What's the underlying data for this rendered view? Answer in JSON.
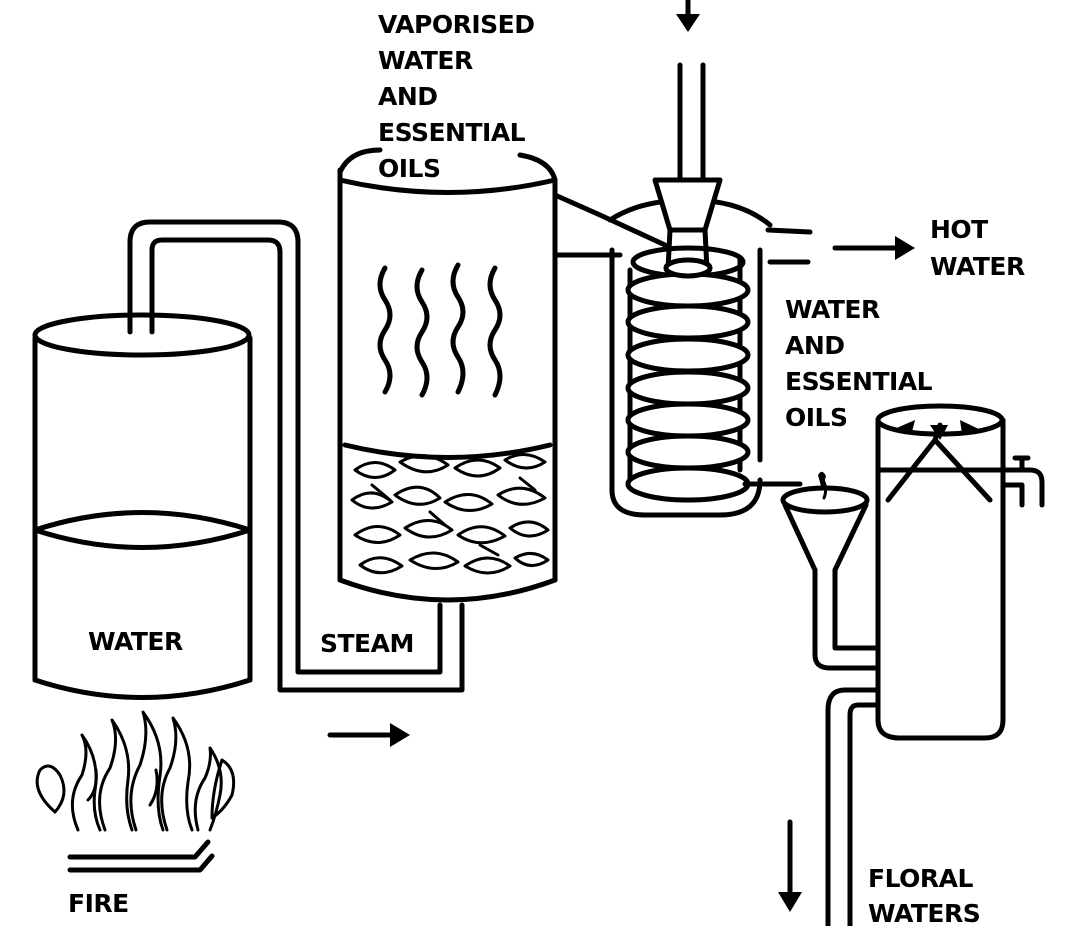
{
  "labels": {
    "vaporised": [
      "VAPORISED",
      "WATER",
      "AND",
      "ESSENTIAL",
      "OILS"
    ],
    "hot_water": [
      "HOT",
      "WATER"
    ],
    "water_and_oils": [
      "WATER",
      "AND",
      "ESSENTIAL",
      "OILS"
    ],
    "water": "WATER",
    "steam": "STEAM",
    "fire": "FIRE",
    "floral_waters": [
      "FLORAL",
      "WATERS"
    ]
  },
  "colors": {
    "ink": "#000000",
    "paper": "#ffffff"
  },
  "icons": {
    "flame": "fire-flames-icon",
    "leaves": "plant-material-icon",
    "vapour": "vapour-waves-icon",
    "arrow": "flow-arrow-icon"
  }
}
